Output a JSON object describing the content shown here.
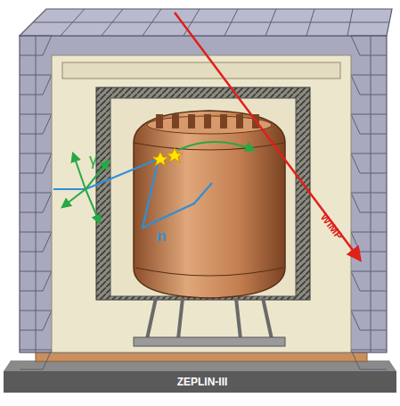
{
  "diagram": {
    "labels": [
      "γ",
      "n",
      "WIMP",
      "ZEPLIN-III"
    ]
  }
}
